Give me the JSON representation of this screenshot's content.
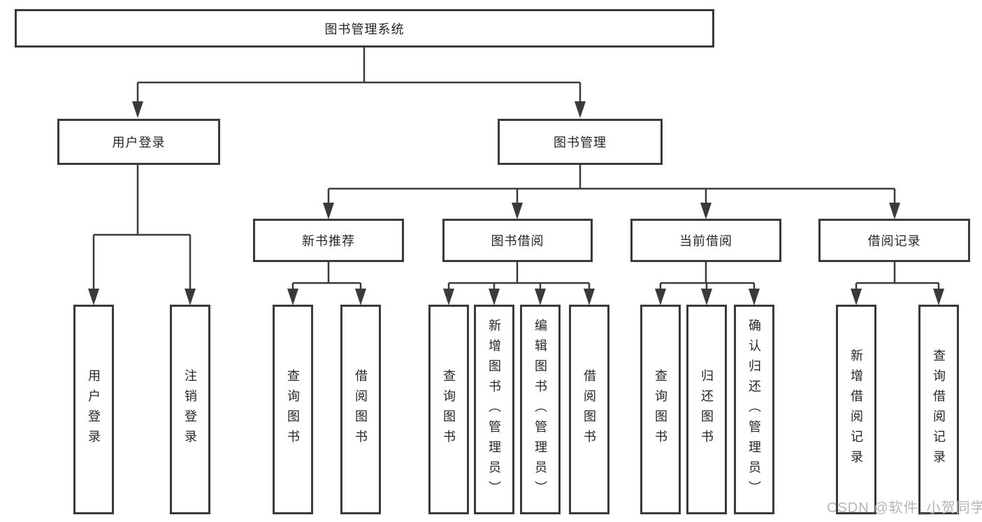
{
  "tree": {
    "root": {
      "label": "图书管理系统"
    },
    "branches": [
      {
        "label": "用户登录",
        "children": [
          "用户登录",
          "注销登录"
        ]
      },
      {
        "label": "图书管理",
        "groups": [
          {
            "label": "新书推荐",
            "children": [
              "查询图书",
              "借阅图书"
            ]
          },
          {
            "label": "图书借阅",
            "children": [
              "查询图书",
              "新增图书（管理员）",
              "编辑图书（管理员）",
              "借阅图书"
            ]
          },
          {
            "label": "当前借阅",
            "children": [
              "查询图书",
              "归还图书",
              "确认归还（管理员）"
            ]
          },
          {
            "label": "借阅记录",
            "children": [
              "新增借阅记录",
              "查询借阅记录"
            ]
          }
        ]
      }
    ]
  },
  "watermark": "CSDN @软件_小贺同学",
  "colors": {
    "line": "#3a3a3a",
    "box_border": "#3a3a3a",
    "box_background": "#ffffff",
    "text": "#262626",
    "watermark": "#b5b5b5",
    "page_background": "#ffffff"
  }
}
